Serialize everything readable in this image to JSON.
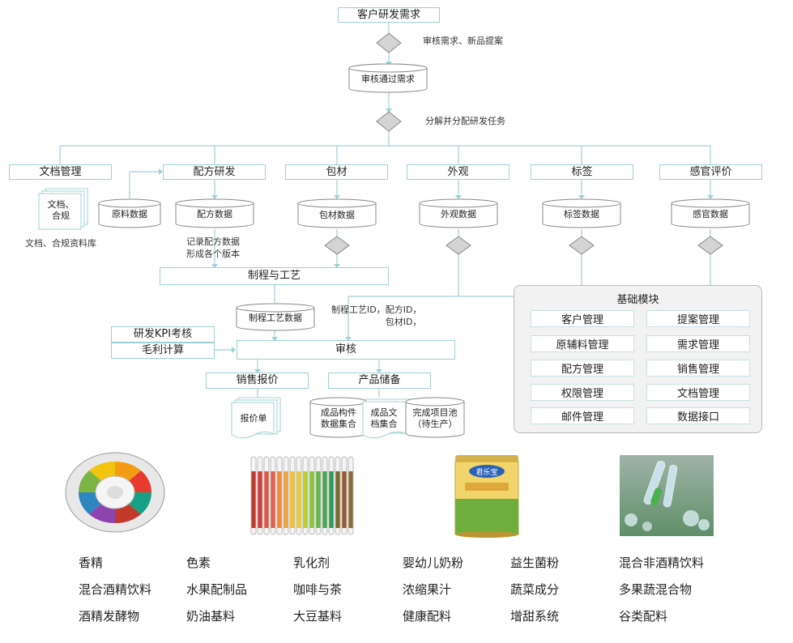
{
  "flow": {
    "customer_request": "客户研发需求",
    "review_label": "审核需求、新品提案",
    "approved": "审核通过需求",
    "dispatch_label": "分解并分配研发任务",
    "branches": [
      "文档管理",
      "配方研发",
      "包材",
      "外观",
      "标签",
      "感官评价"
    ],
    "doc_files": "文档、\n合规",
    "doc_library": "文档、合规资料库",
    "raw_data": "原料数据",
    "formula_data": "配方数据",
    "formula_note": "记录配方数据\n形成各个版本",
    "pack_data": "包材数据",
    "look_data": "外观数据",
    "label_data": "标签数据",
    "sense_data": "感官数据",
    "process": "制程与工艺",
    "process_data": "制程工艺数据",
    "ids_note": "制程工艺ID，配方ID，\n包材ID，",
    "kpi": "研发KPI考核",
    "margin": "毛利计算",
    "audit": "审核",
    "sales_quote": "销售报价",
    "product_store": "产品储备",
    "quote_doc": "报价单",
    "comp_data": "成品构件\n数据集合",
    "doc_data": "成品文\n档集合",
    "project_pool": "完成项目池\n（待生产）"
  },
  "base_modules": {
    "title": "基础模块",
    "items": [
      "客户管理",
      "提案管理",
      "原辅料管理",
      "需求管理",
      "配方管理",
      "销售管理",
      "权限管理",
      "文档管理",
      "邮件管理",
      "数据接口"
    ]
  },
  "categories": [
    [
      "香精",
      "色素",
      "乳化剂",
      "婴幼儿奶粉",
      "益生菌粉",
      "混合非酒精饮料"
    ],
    [
      "混合酒精饮料",
      "水果配制品",
      "咖啡与茶",
      "浓缩果汁",
      "蔬菜成分",
      "多果蔬混合物"
    ],
    [
      "酒精发酵物",
      "奶油基料",
      "大豆基料",
      "健康配料",
      "增甜系统",
      "谷类配料"
    ]
  ],
  "can_brand": "君乐宝",
  "colors": {
    "line": "#9fd0d6",
    "diamond": "#d4d4d4",
    "panel": "#f2f2f2"
  }
}
